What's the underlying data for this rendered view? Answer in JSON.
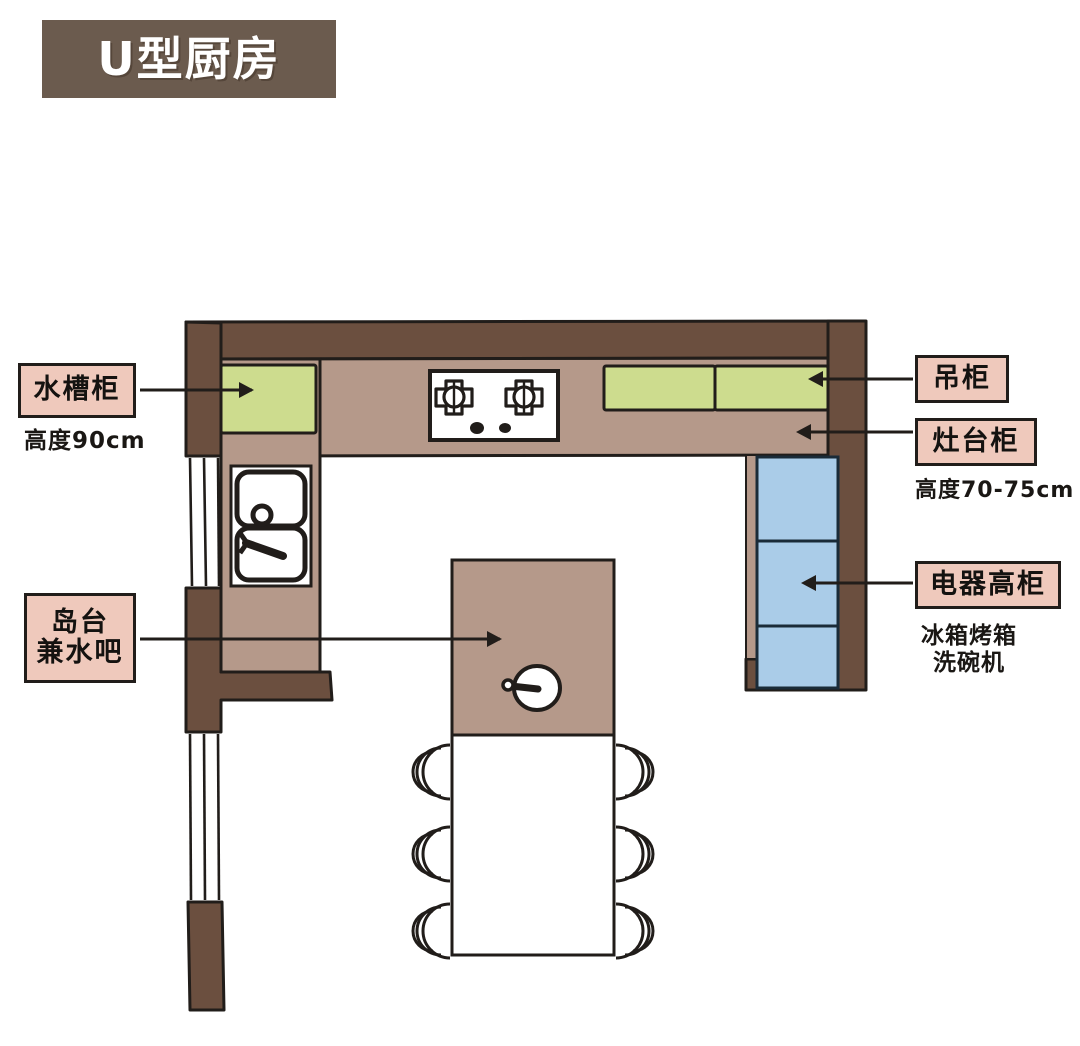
{
  "title": {
    "text": "U型厨房",
    "banner_color": "#6B5B4E",
    "text_color": "#FFFFFF"
  },
  "palette": {
    "wall_dark_brown": "#6B4F3F",
    "counter_tan": "#B5998A",
    "wall_cabinet_green": "#CDDC8E",
    "appliance_blue": "#AACCE8",
    "label_pink": "#EFC9BC",
    "ink_black": "#211D1A",
    "paper_white": "#FFFFFF"
  },
  "callouts": [
    {
      "id": "sink-cabinet",
      "label": "水槽柜",
      "note": "高度90cm",
      "side": "left"
    },
    {
      "id": "island-water-bar",
      "label": "岛台\n兼水吧",
      "note": "",
      "side": "left"
    },
    {
      "id": "wall-cabinet",
      "label": "吊柜",
      "note": "",
      "side": "right"
    },
    {
      "id": "stove-cabinet",
      "label": "灶台柜",
      "note": "高度70-75cm",
      "side": "right"
    },
    {
      "id": "appliance-cabinet",
      "label": "电器高柜",
      "note": "冰箱烤箱\n洗碗机",
      "side": "right"
    }
  ],
  "plan": {
    "shape": "U-shaped kitchen floor plan",
    "elements": [
      {
        "name": "top-wall",
        "color": "#6B4F3F"
      },
      {
        "name": "left-wall",
        "color": "#6B4F3F"
      },
      {
        "name": "right-wall",
        "color": "#6B4F3F"
      },
      {
        "name": "left-counter-run",
        "color": "#B5998A"
      },
      {
        "name": "top-counter-run",
        "color": "#B5998A"
      },
      {
        "name": "right-counter-run",
        "color": "#B5998A"
      },
      {
        "name": "sink-wall-cabinet",
        "color": "#CDDC8E"
      },
      {
        "name": "top-wall-cabinet-a",
        "color": "#CDDC8E"
      },
      {
        "name": "top-wall-cabinet-b",
        "color": "#CDDC8E"
      },
      {
        "name": "appliance-column-1",
        "color": "#AACCE8"
      },
      {
        "name": "appliance-column-2",
        "color": "#AACCE8"
      },
      {
        "name": "appliance-column-3",
        "color": "#AACCE8"
      },
      {
        "name": "double-basin-sink",
        "color": "#FFFFFF"
      },
      {
        "name": "gas-cooktop",
        "color": "#FFFFFF"
      },
      {
        "name": "island-counter",
        "color": "#B5998A"
      },
      {
        "name": "island-round-sink",
        "color": "#FFFFFF"
      },
      {
        "name": "dining-table",
        "color": "#FFFFFF"
      },
      {
        "name": "dining-chairs",
        "count": 6
      },
      {
        "name": "window-left-upper",
        "type": "window"
      },
      {
        "name": "window-left-lower",
        "type": "window"
      }
    ]
  }
}
